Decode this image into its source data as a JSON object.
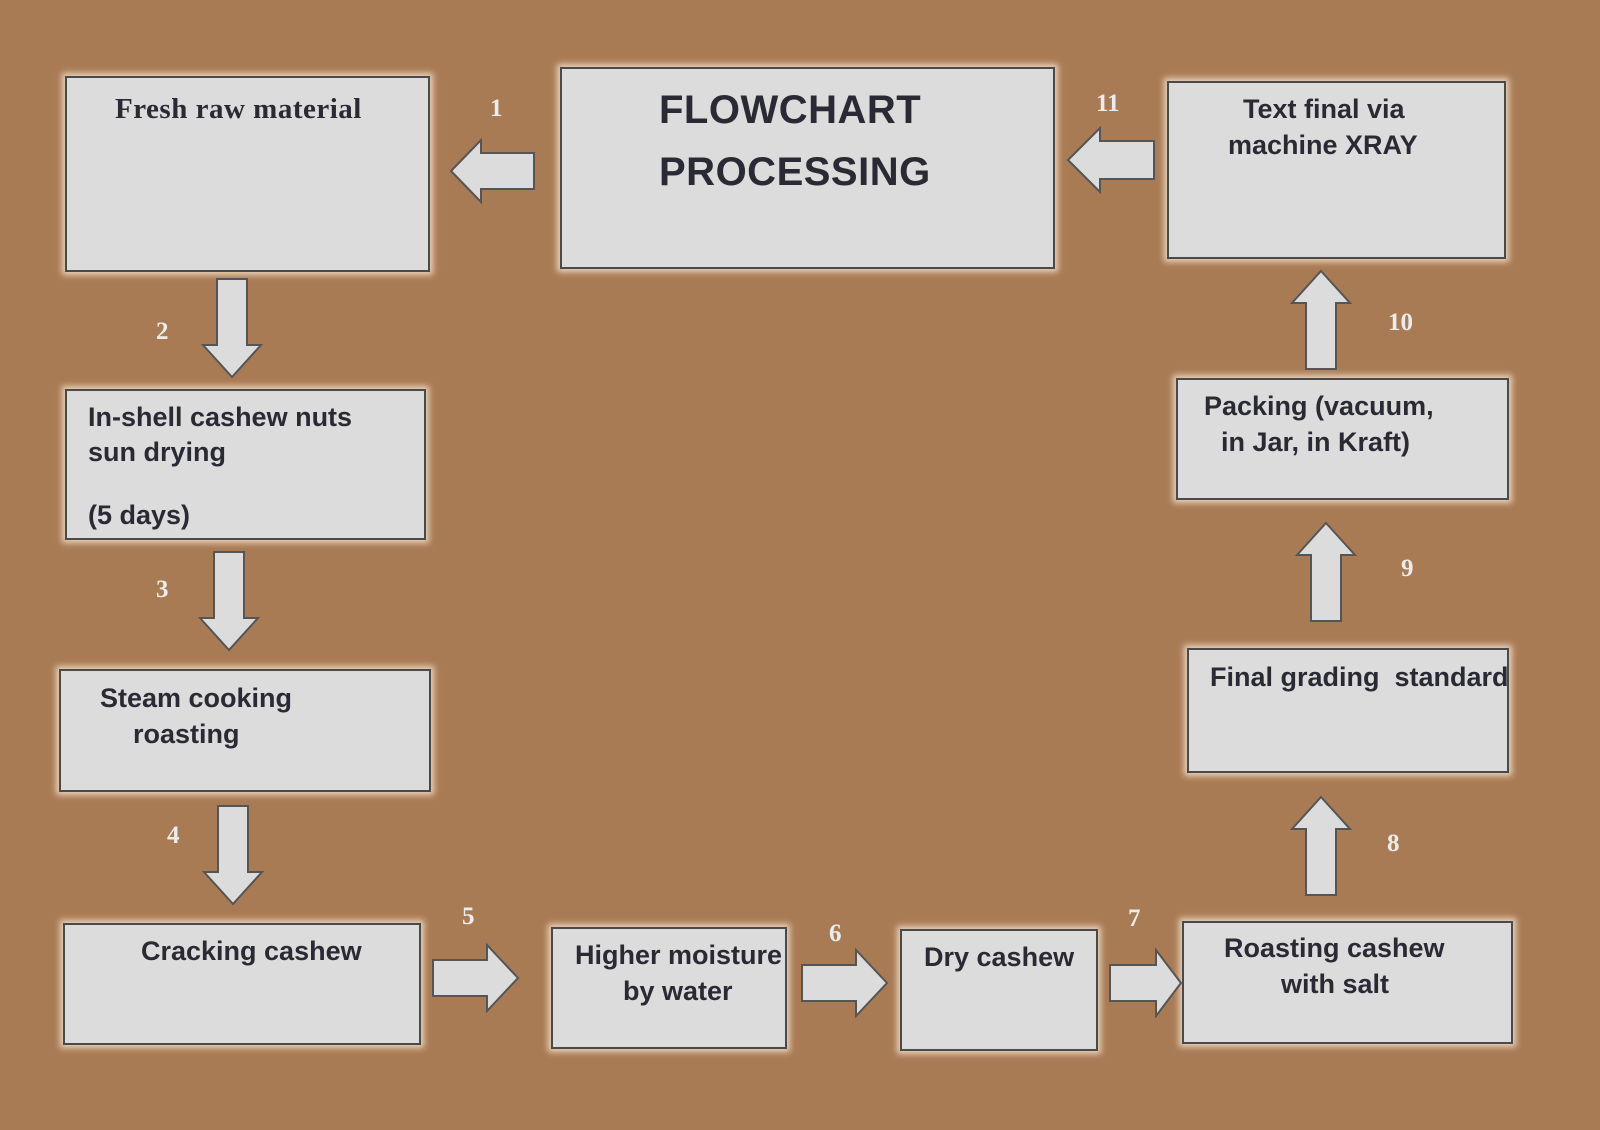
{
  "title": [
    "FLOWCHART",
    "PROCESSING"
  ],
  "boxes": {
    "fresh_raw_material": [
      "Fresh raw material"
    ],
    "in_shell": [
      "In-shell cashew nuts",
      "sun drying",
      "(5 days)"
    ],
    "steam_cooking": [
      "Steam cooking",
      "roasting"
    ],
    "cracking": [
      "Cracking cashew"
    ],
    "higher_moisture": [
      "Higher moisture",
      "by water"
    ],
    "dry_cashew": [
      "Dry cashew"
    ],
    "roasting_salt": [
      "Roasting cashew",
      "with salt"
    ],
    "final_grading": [
      "Final grading  standard"
    ],
    "packing": [
      "Packing (vacuum,",
      "in Jar, in Kraft)"
    ],
    "xray": [
      "Text final via",
      "machine XRAY"
    ]
  },
  "steps": [
    "1",
    "2",
    "3",
    "4",
    "5",
    "6",
    "7",
    "8",
    "9",
    "10",
    "11"
  ],
  "colors": {
    "background": "#a97b55",
    "box_fill": "#dcdcdc",
    "box_border": "#4a4a4a",
    "text": "#2a2a35",
    "step_numbers": "#ececec"
  }
}
